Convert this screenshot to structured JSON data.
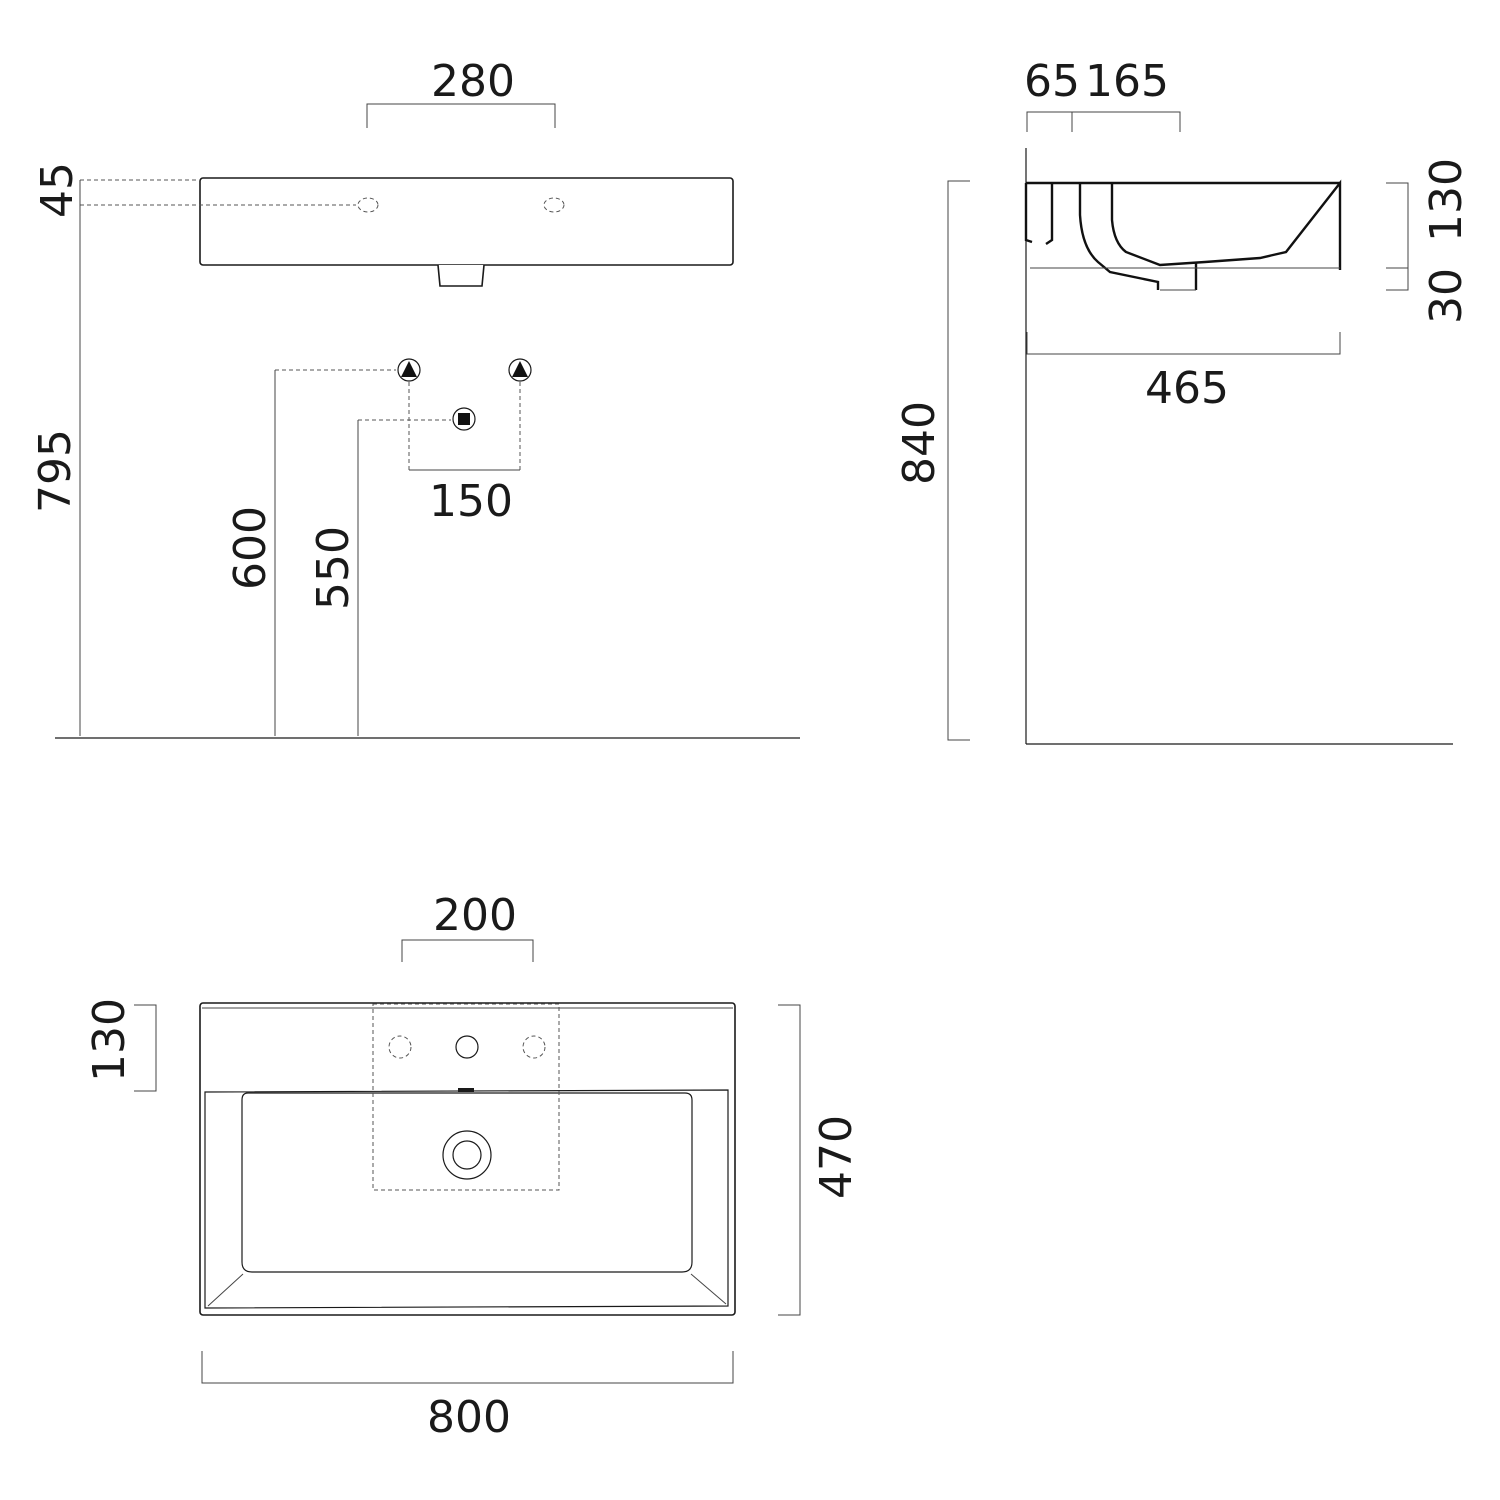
{
  "dimensions": {
    "front": {
      "tap_hole_spacing": "280",
      "rim_thickness": "45",
      "rim_height": "795",
      "water_supply_height": "600",
      "waste_height": "550",
      "supply_spacing": "150"
    },
    "side": {
      "wall_offset": "65",
      "tap_offset": "165",
      "bowl_depth": "130",
      "waste_depth": "30",
      "projection": "465",
      "overall_height": "840"
    },
    "top": {
      "tap_area_width": "200",
      "tap_deck_depth": "130",
      "overall_depth": "470",
      "overall_width": "800"
    }
  },
  "colors": {
    "line": "#1a1a1a",
    "background": "#ffffff"
  }
}
